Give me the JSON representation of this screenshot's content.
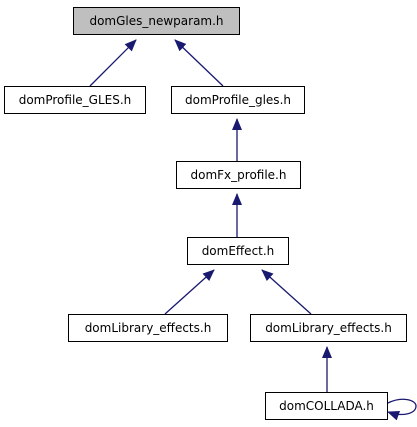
{
  "diagram": {
    "colors": {
      "edge": "#191970",
      "root_fill": "#bfbfbf",
      "node_fill": "#ffffff",
      "node_border": "#000000"
    },
    "nodes": {
      "root": {
        "label": "domGles_newparam.h"
      },
      "profile_gles_upper": {
        "label": "domProfile_GLES.h"
      },
      "profile_gles_lower": {
        "label": "domProfile_gles.h"
      },
      "fx_profile": {
        "label": "domFx_profile.h"
      },
      "effect": {
        "label": "domEffect.h"
      },
      "library_effects_1": {
        "label": "domLibrary_effects.h"
      },
      "library_effects_2": {
        "label": "domLibrary_effects.h"
      },
      "collada": {
        "label": "domCOLLADA.h"
      }
    },
    "edges": [
      {
        "from": "profile_gles_upper",
        "to": "root"
      },
      {
        "from": "profile_gles_lower",
        "to": "root"
      },
      {
        "from": "fx_profile",
        "to": "profile_gles_lower"
      },
      {
        "from": "effect",
        "to": "fx_profile"
      },
      {
        "from": "library_effects_1",
        "to": "effect"
      },
      {
        "from": "library_effects_2",
        "to": "effect"
      },
      {
        "from": "collada",
        "to": "library_effects_2"
      },
      {
        "from": "collada",
        "to": "collada"
      }
    ]
  }
}
